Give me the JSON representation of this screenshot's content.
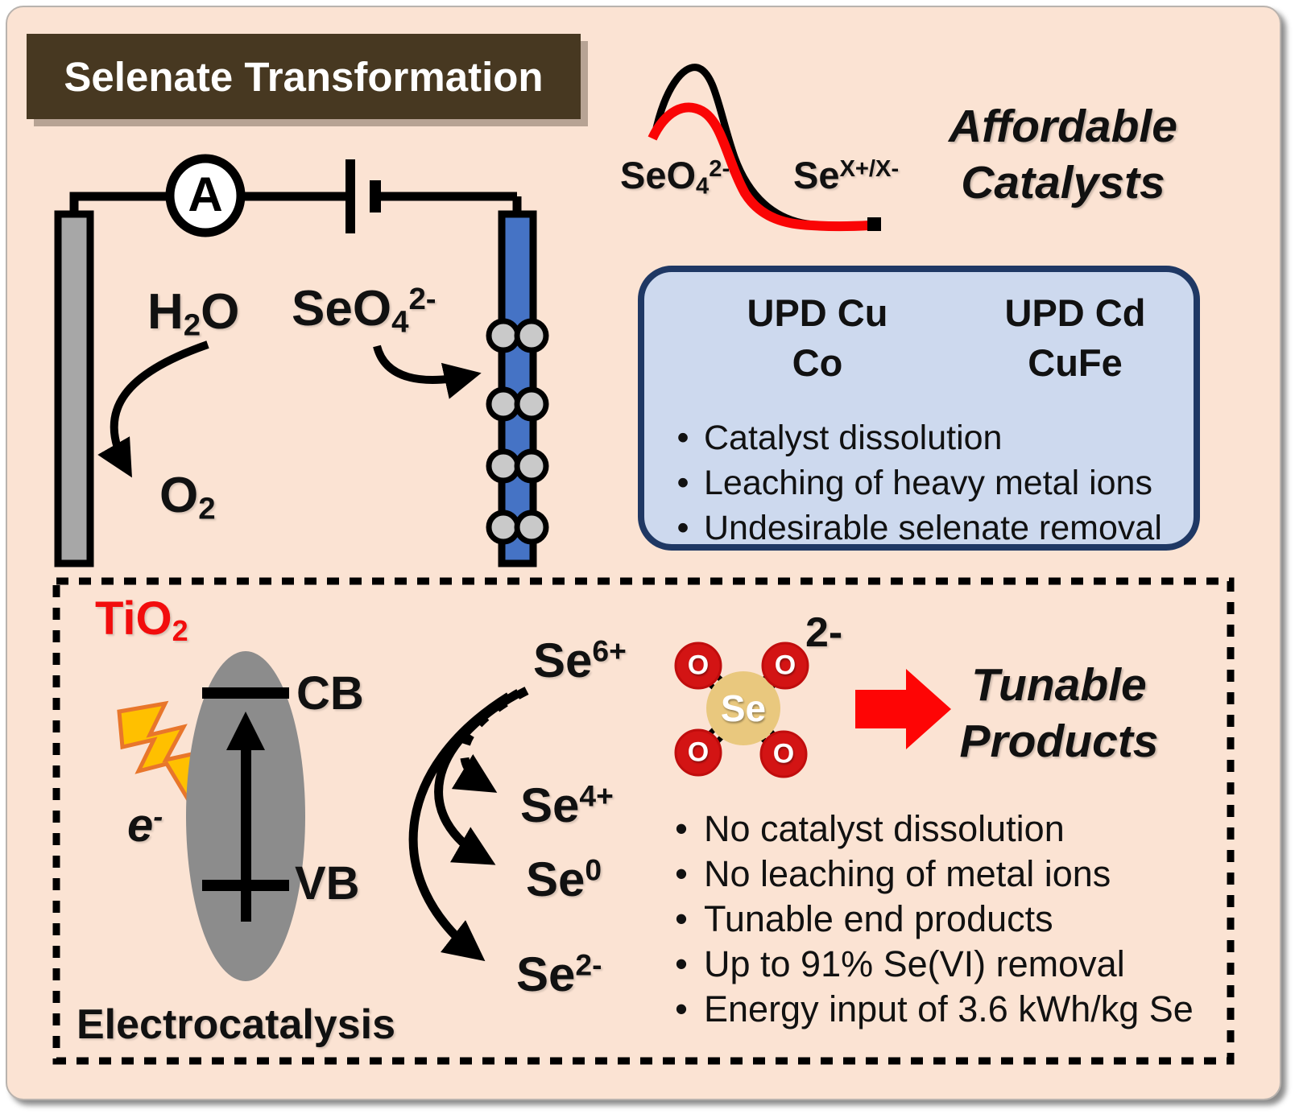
{
  "title": "Selenate Transformation",
  "top_right": {
    "curve_label_left": {
      "base": "SeO",
      "sub": "4",
      "sup": "2-"
    },
    "curve_label_right": {
      "base": "Se",
      "sup": "X+/X-"
    },
    "headline_line1": "Affordable",
    "headline_line2": "Catalysts"
  },
  "circuit": {
    "ammeter_letter": "A",
    "water": {
      "base1": "H",
      "sub": "2",
      "base2": "O"
    },
    "selenate": {
      "base": "SeO",
      "sub": "4",
      "sup": "2-"
    },
    "oxygen": {
      "base": "O",
      "sub": "2"
    }
  },
  "catalyst_box": {
    "col1_line1": "UPD Cu",
    "col1_line2": "Co",
    "col2_line1": "UPD Cd",
    "col2_line2": "CuFe",
    "bullet_char": "•",
    "bullets": [
      "Catalyst dissolution",
      "Leaching of heavy metal ions",
      "Undesirable selenate removal"
    ]
  },
  "electro_panel": {
    "material": {
      "base": "TiO",
      "sub": "2"
    },
    "electron": {
      "base": "e",
      "sup": "-"
    },
    "conduction_band": "CB",
    "valence_band": "VB",
    "caption": "Electrocatalysis",
    "cascade": {
      "se6": {
        "base": "Se",
        "sup": "6+"
      },
      "se4": {
        "base": "Se",
        "sup": "4+"
      },
      "se0": {
        "base": "Se",
        "sup": "0"
      },
      "se2": {
        "base": "Se",
        "sup": "2-"
      }
    },
    "molecule": {
      "center": "Se",
      "o1": "O",
      "o2": "O",
      "o3": "O",
      "o4": "O",
      "charge": "2-"
    },
    "headline_line1": "Tunable",
    "headline_line2": "Products",
    "bullet_char": "•",
    "bullets": [
      "No catalyst dissolution",
      "No leaching of metal ions",
      "Tunable end products",
      "Up to 91% Se(VI) removal",
      "Energy input of 3.6 kWh/kg Se"
    ]
  },
  "colors": {
    "background": "#fbe3d3",
    "title_box": "#473821",
    "blue_electrode": "#4573c5",
    "gray_electrode": "#a7a7a7",
    "catalyst_box_fill": "#cdd9ee",
    "catalyst_box_border": "#1f3864",
    "red_accent": "#f20d0d",
    "red_curve": "#fa0505",
    "lightning_fill": "#ffc000",
    "lightning_stroke": "#e8762b",
    "selenium_atom": "#e9c87e",
    "oxygen_atom": "#d31414",
    "band_ellipse": "#8c8c8c"
  }
}
